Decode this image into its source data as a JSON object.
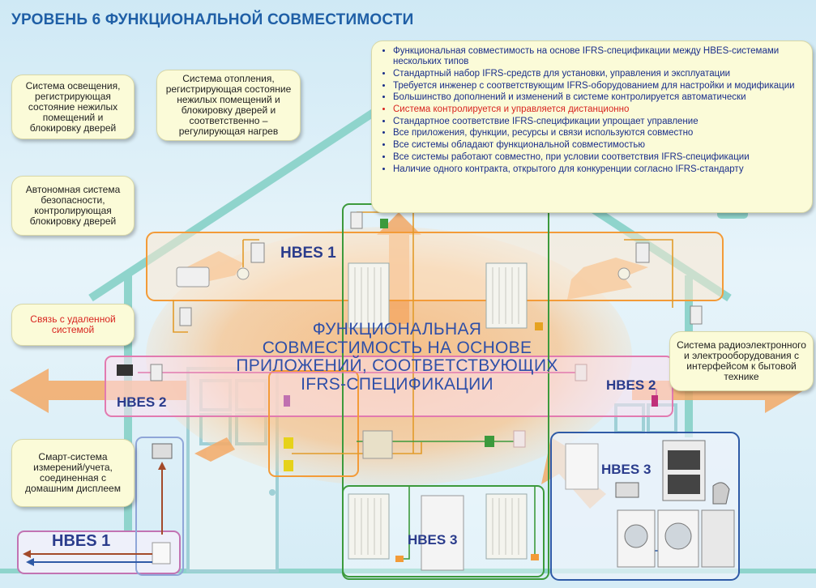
{
  "title": "УРОВЕНЬ 6 ФУНКЦИОНАЛЬНОЙ СОВМЕСТИМОСТИ",
  "callouts": {
    "lighting": "Система освещения, регистрирующая состояние нежилых помещений и блокировку дверей",
    "heating": "Система отопления, регистрирующая состояние нежилых помещений и блокировку дверей и соответственно – регулирующая нагрев",
    "security": "Автономная система безопасности, контролирующая блокировку дверей",
    "remote": "Связь с удаленной системой",
    "metering": "Смарт-система измерений/учета, соединенная с домашним дисплеем",
    "appliances": "Система радиоэлектронного и электрооборудования с интерфейсом к бытовой технике"
  },
  "bullets": [
    "Функциональная совместимость на основе IFRS-спецификации между HBES-системами нескольких типов",
    "Стандартный набор IFRS-средств для установки, управления и эксплуатации",
    "Требуется инженер с соответствующим IFRS-оборудованием для настройки и модификации",
    "Большинство дополнений и изменений в системе контролируется автоматически",
    "Система контролируется и управляется дистанционно",
    "Стандартное соответствие IFRS-спецификации упрощает управление",
    "Все приложения, функции, ресурсы и связи используются совместно",
    "Все системы обладают функциональной совместимостью",
    "Все системы работают совместно, при условии соответствия IFRS-спецификации",
    "Наличие одного контракта, открытого для конкуренции согласно IFRS-стандарту"
  ],
  "highlight_bullet_index": 4,
  "center_label": "ФУНКЦИОНАЛЬНАЯ СОВМЕСТИМОСТЬ НА ОСНОВЕ ПРИЛОЖЕНИЙ, СООТВЕТСТВУЮЩИХ IFRS-СПЕЦИФИКАЦИИ",
  "hbes_labels": {
    "top": "HBES 1",
    "left": "HBES 2",
    "right": "HBES 2",
    "bottom_center": "HBES 3",
    "bottom_right": "HBES 3",
    "bottom_left": "HBES 1"
  },
  "colors": {
    "title": "#1f5fa6",
    "bullet_text": "#1a2e8a",
    "highlight": "#d8241f",
    "hbes_text": "#2a3c8c",
    "orange_band": "#f39b38",
    "pink_band": "#e27ab0",
    "green_line": "#3c9a3c",
    "blue_band": "#2f5aa6",
    "house_outline": "#8fd4cc"
  }
}
